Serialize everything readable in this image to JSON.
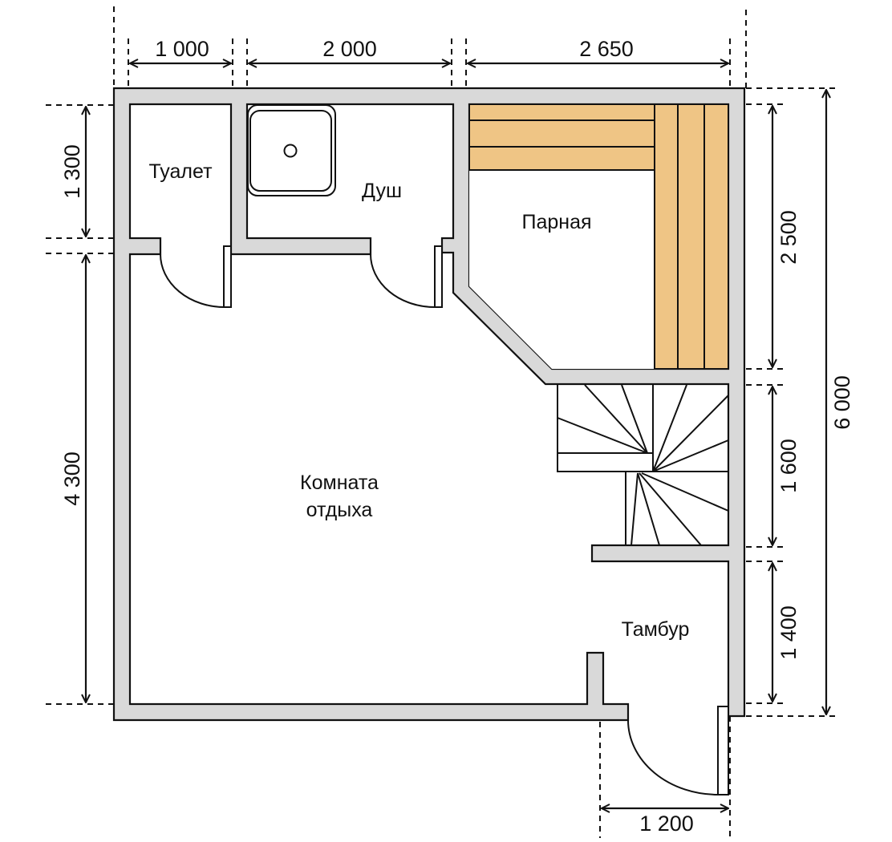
{
  "colors": {
    "wall": "#d9d9d9",
    "bench": "#efc585",
    "line": "#111111"
  },
  "rooms": {
    "toilet": "Туалет",
    "shower": "Душ",
    "steam_room": "Парная",
    "lounge_line1": "Комната",
    "lounge_line2": "отдыха",
    "vestibule": "Тамбур"
  },
  "dimensions": {
    "top": [
      "1 000",
      "2 000",
      "2 650"
    ],
    "left": [
      "1 300",
      "4 300"
    ],
    "right": [
      "2 500",
      "1 600",
      "1 400"
    ],
    "total_height": "6 000",
    "door_width": "1 200"
  }
}
